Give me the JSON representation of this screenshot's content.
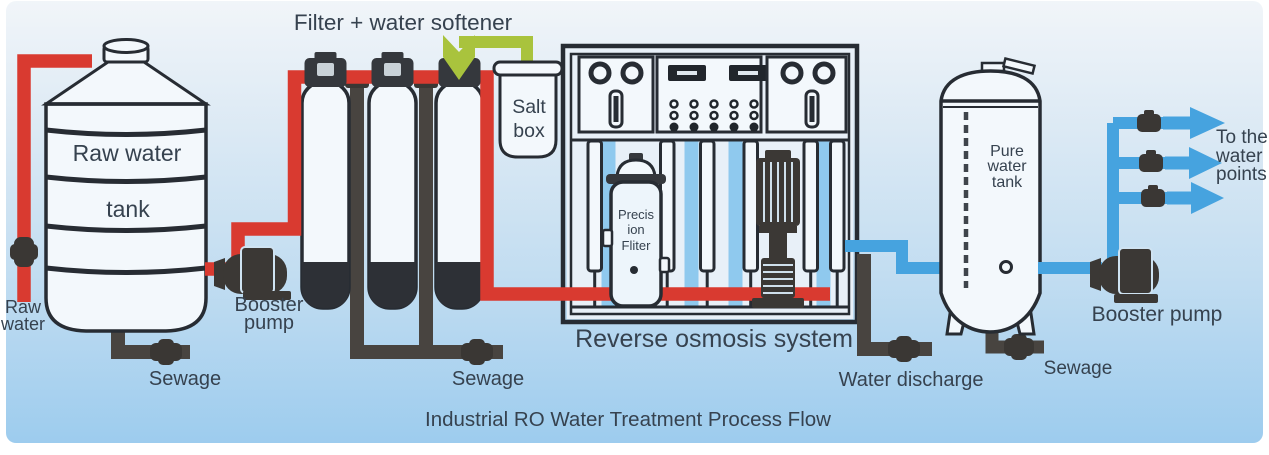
{
  "title": "Industrial RO Water Treatment Process Flow",
  "labels": {
    "filter_softener": "Filter + water softener",
    "source": [
      "Raw",
      "water"
    ],
    "raw_tank": [
      "Raw water",
      "tank"
    ],
    "sewage_left": "Sewage",
    "booster_left": [
      "Booster",
      "pump"
    ],
    "sewage_mid": "Sewage",
    "salt_box": [
      "Salt",
      "box"
    ],
    "precision_filter": [
      "Precis",
      "ion",
      "Fliter"
    ],
    "ro_system": "Reverse osmosis system",
    "water_discharge": "Water discharge",
    "pure_tank": [
      "Pure",
      "water",
      "tank"
    ],
    "sewage_right": "Sewage",
    "booster_right": "Booster pump",
    "water_points": [
      "To the",
      "water",
      "points"
    ]
  },
  "colors": {
    "raw_water_pipe": "#d93a30",
    "pure_water_pipe": "#46a3df",
    "drain_pipe": "#484440",
    "softener_pipe": "#a9c33d",
    "outline": "#272c33",
    "label_text": "#36424f",
    "membrane_blue": "#8fc9ee",
    "background_top": "#f1f5f9",
    "background_bottom": "#9dccee"
  }
}
